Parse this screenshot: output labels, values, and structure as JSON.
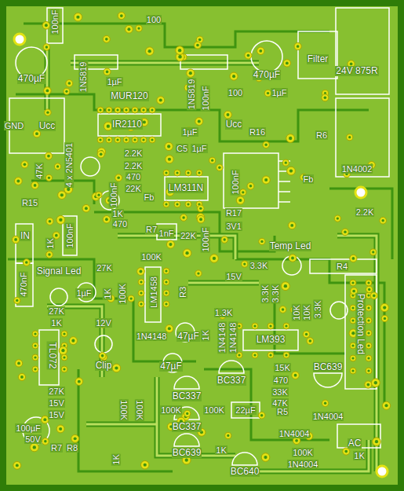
{
  "diagram": {
    "labels": [
      "100nF",
      "100",
      "470µF",
      "1N5819",
      "1µF",
      "MUR120",
      "470µF",
      "Filter",
      "24V 875R",
      "1N5819",
      "100nF",
      "100",
      "1µF",
      "GND",
      "Ucc",
      "IR2110",
      "Ucc",
      "R16",
      "R6",
      "1µF",
      "C5",
      "1µF",
      "4 x 2N5401",
      "47K",
      "2.2K",
      "2.2K",
      "470",
      "22K",
      "100nF",
      "LM311N",
      "100nF",
      "Fb",
      "Fb",
      "1N4002",
      "R15",
      "1K",
      "470",
      "R17",
      "3V1",
      "2.2K",
      "IN",
      "1K",
      "100nF",
      "R7",
      "1nF",
      "22K",
      "100nF",
      "Temp Led",
      "100K",
      "470nF",
      "Signal Led",
      "27K",
      "LM1458",
      "15V",
      "3.3K",
      "R4",
      "Protection Led",
      "1µF",
      "27K",
      "1K",
      "100K",
      "1K",
      "R3",
      "3.3K",
      "3.3K",
      "10K",
      "10K",
      "3.3K",
      "12V",
      "TL072",
      "1N4148",
      "47µF",
      "1.3K",
      "1K",
      "1N4148",
      "1N4148",
      "LM393",
      "Clip",
      "47µF",
      "BC639",
      "15K",
      "470",
      "BC337",
      "33K",
      "47K",
      "R5",
      "27K",
      "15V",
      "15V",
      "BC337",
      "100K",
      "100K",
      "100K",
      "100K",
      "22µF",
      "1N4004",
      "100µF",
      "50V",
      "BC337",
      "1N4004",
      "R7",
      "R8",
      "AC",
      "100K",
      "1K",
      "1K",
      "BC639",
      "1K",
      "1N4004",
      "BC640"
    ]
  }
}
